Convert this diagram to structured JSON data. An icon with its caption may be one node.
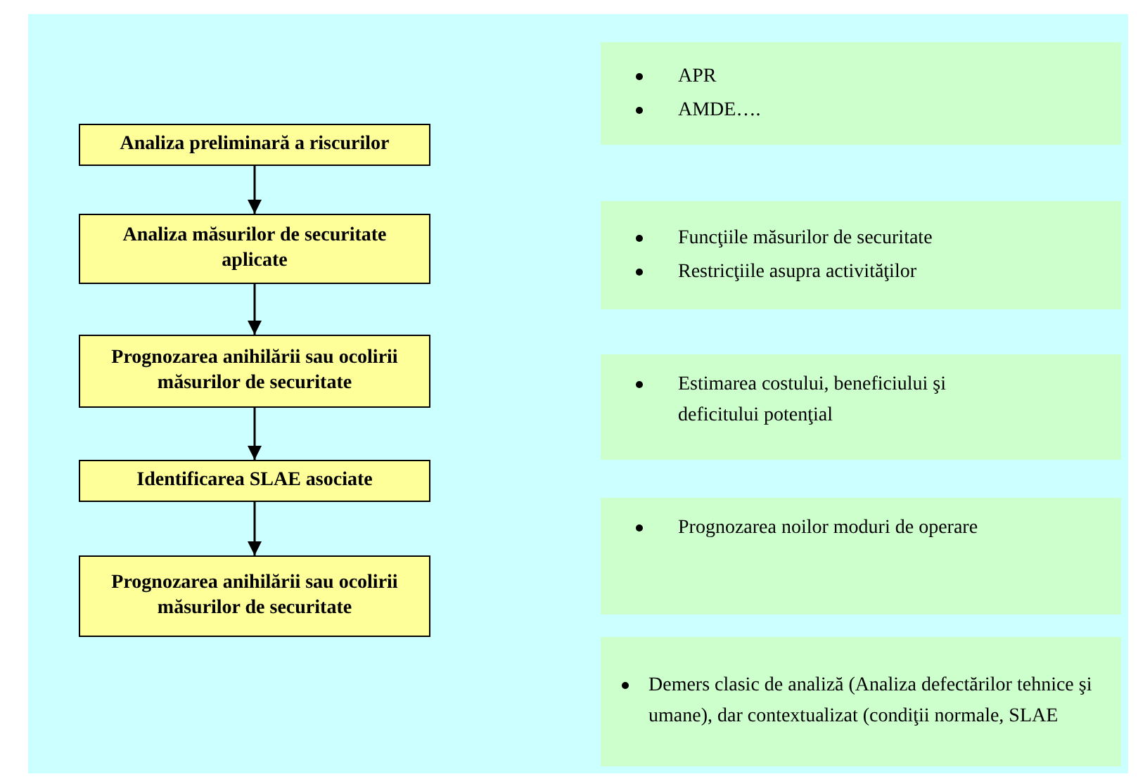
{
  "diagram": {
    "nodes": [
      {
        "text": [
          "Analiza preliminară a riscurilor"
        ]
      },
      {
        "text": [
          "Analiza măsurilor de securitate aplicate"
        ]
      },
      {
        "text": [
          "Prognozarea anihilării sau ocolirii măsurilor de securitate"
        ]
      },
      {
        "text": [
          "Identificarea SLAE asociate"
        ]
      },
      {
        "text": [
          "Prognozarea anihilării sau ocolirii măsurilor de securitate"
        ]
      },
      {
        "text": [
          "APR",
          "AMDE…."
        ]
      },
      {
        "text": [
          "Funcţiile măsurilor de securitate",
          "Restricţiile asupra activităţilor"
        ]
      },
      {
        "text": [
          "Estimarea costului, beneficiului şi deficitului potenţial"
        ]
      },
      {
        "text": [
          "Prognozarea noilor moduri de operare"
        ]
      },
      {
        "text": [
          "Demers clasic de analiză (Analiza defectărilor tehnice şi umane), dar contextualizat (condiţii normale, SLAE"
        ]
      }
    ],
    "edges": [
      {
        "from": 0,
        "to": 1,
        "arrow": "to"
      },
      {
        "from": 1,
        "to": 2,
        "arrow": "to"
      },
      {
        "from": 2,
        "to": 3,
        "arrow": "to"
      },
      {
        "from": 3,
        "to": 4,
        "arrow": "to"
      }
    ]
  }
}
